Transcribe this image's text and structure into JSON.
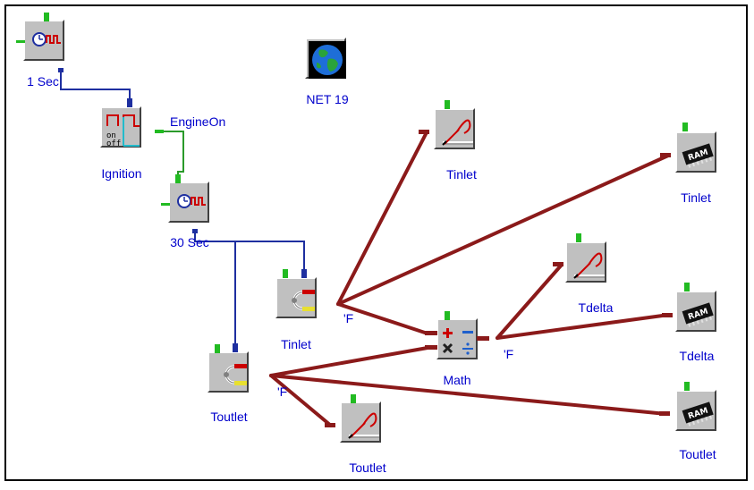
{
  "colors": {
    "label": "#0000cc",
    "thick_wire": "#8b1a1a",
    "thin_wire": "#1e2fa0",
    "enable_wire": "#2a9a2a",
    "block_face": "#c0c0c0"
  },
  "blocks": {
    "timer_1s": {
      "icon": "pulse-timer-icon",
      "label": "1 Sec"
    },
    "ignition": {
      "icon": "on-off-switch-icon",
      "label": "Ignition",
      "output_label": "EngineOn"
    },
    "timer_30s": {
      "icon": "pulse-timer-icon",
      "label": "30 Sec"
    },
    "net": {
      "icon": "globe-icon",
      "label": "NET 19"
    },
    "tinlet_sensor": {
      "icon": "thermocouple-icon",
      "label": "Tinlet",
      "unit": "'F"
    },
    "toutlet_sensor": {
      "icon": "thermocouple-icon",
      "label": "Toutlet",
      "unit": "'F"
    },
    "math": {
      "icon": "math-operators-icon",
      "label": "Math",
      "unit": "'F"
    },
    "tinlet_plot": {
      "icon": "chart-recorder-icon",
      "label": "Tinlet"
    },
    "tdelta_plot": {
      "icon": "chart-recorder-icon",
      "label": "Tdelta"
    },
    "toutlet_plot": {
      "icon": "chart-recorder-icon",
      "label": "Toutlet"
    },
    "tinlet_ram": {
      "icon": "ram-chip-icon",
      "label": "Tinlet",
      "chip_text": "RAM"
    },
    "tdelta_ram": {
      "icon": "ram-chip-icon",
      "label": "Tdelta",
      "chip_text": "RAM"
    },
    "toutlet_ram": {
      "icon": "ram-chip-icon",
      "label": "Toutlet",
      "chip_text": "RAM"
    }
  }
}
